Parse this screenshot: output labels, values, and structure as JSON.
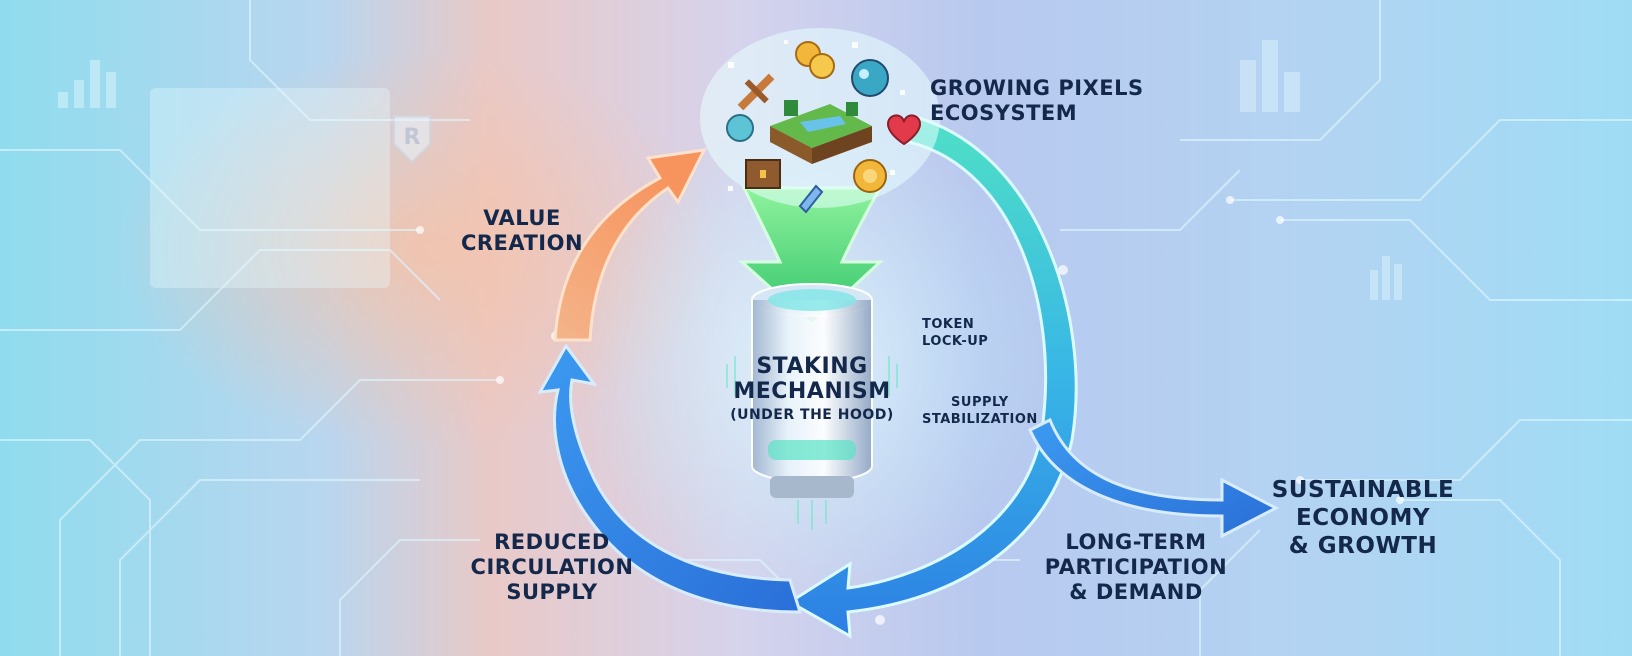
{
  "diagram": {
    "nodes": {
      "ecosystem": "GROWING PIXELS\nECOSYSTEM",
      "value_creation": "VALUE\nCREATION",
      "staking_title": "STAKING\nMECHANISM",
      "staking_subtitle": "(UNDER THE HOOD)",
      "token_lockup": "TOKEN\nLOCK-UP",
      "supply_stabilization": "SUPPLY\nSTABILIZATION",
      "reduced_supply": "REDUCED\nCIRCULATION\nSUPPLY",
      "long_term": "LONG-TERM\nPARTICIPATION\n& DEMAND",
      "sustainable": "SUSTAINABLE\nECONOMY\n& GROWTH"
    },
    "arrows": [
      {
        "from": "reduced_supply",
        "to": "value_creation",
        "color": "#f6a26e"
      },
      {
        "from": "value_creation",
        "to": "ecosystem",
        "color": "#f6a26e"
      },
      {
        "from": "ecosystem",
        "to": "staking_mechanism",
        "color": "#3fcf6a"
      },
      {
        "from": "ecosystem",
        "to": "long_term",
        "color": "#3fd0c9"
      },
      {
        "from": "long_term",
        "to": "reduced_supply",
        "color": "#2f86e8"
      },
      {
        "from": "ecosystem",
        "to": "sustainable",
        "color": "#2f86e8"
      }
    ],
    "colors": {
      "text": "#13284a",
      "orange_arrow": "#f6a26e",
      "green_arrow": "#3fcf6a",
      "teal_arrow": "#3fd0c9",
      "blue_arrow": "#2f86e8",
      "glow": "#bff6ff"
    },
    "icons": [
      "sword-icon",
      "coin-stack-icon",
      "potion-icon",
      "blue-orb-icon",
      "island-icon",
      "heart-icon",
      "chest-icon",
      "crystal-icon",
      "gold-coin-icon",
      "shield-logo-icon"
    ]
  }
}
